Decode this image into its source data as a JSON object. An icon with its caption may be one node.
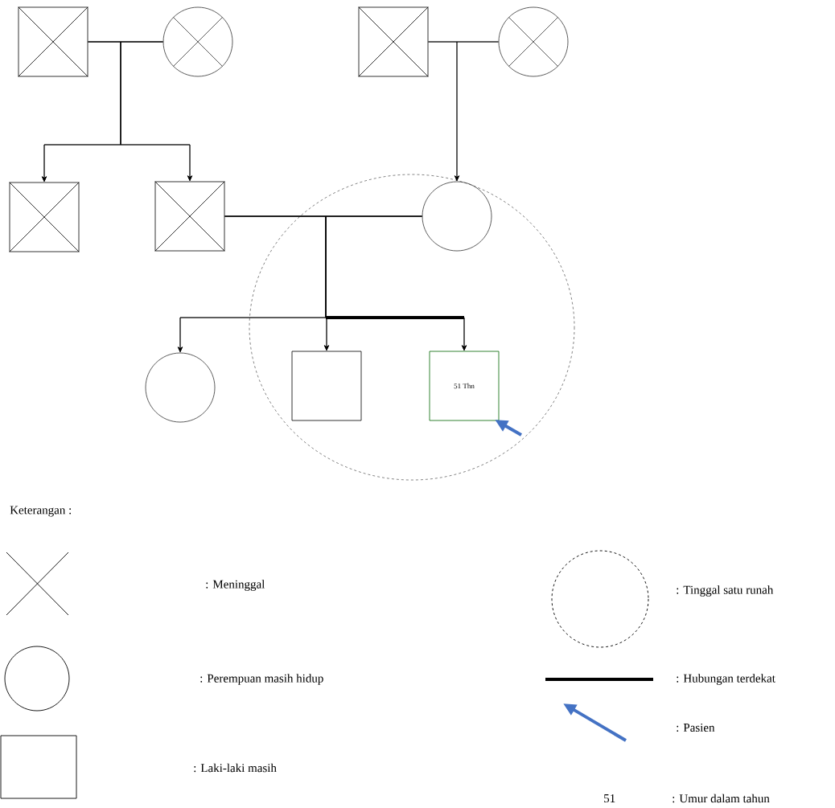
{
  "diagram": {
    "nodes": [
      {
        "text": [],
        "shape": "box"
      },
      {
        "text": [],
        "shape": "circle"
      },
      {
        "text": [],
        "shape": "box"
      },
      {
        "text": [],
        "shape": "circle"
      },
      {
        "text": [],
        "shape": "box"
      },
      {
        "text": [],
        "shape": "box"
      },
      {
        "text": [],
        "shape": "circle"
      },
      {
        "text": [],
        "shape": "circle"
      },
      {
        "text": [],
        "shape": "box"
      },
      {
        "text": [
          "51 Thn"
        ]
      }
    ],
    "edges": [
      {
        "from": 0,
        "to": 1,
        "arrow": "none"
      },
      {
        "from": 2,
        "to": 3,
        "arrow": "none"
      },
      {
        "from": 5,
        "to": 6,
        "arrow": "none"
      },
      {
        "from": 0,
        "to": 4,
        "arrow": "to"
      },
      {
        "from": 1,
        "to": 4,
        "arrow": "to"
      },
      {
        "from": 0,
        "to": 5,
        "arrow": "to"
      },
      {
        "from": 1,
        "to": 5,
        "arrow": "to"
      },
      {
        "from": 2,
        "to": 6,
        "arrow": "to"
      },
      {
        "from": 3,
        "to": 6,
        "arrow": "to"
      },
      {
        "from": 5,
        "to": 7,
        "arrow": "to"
      },
      {
        "from": 6,
        "to": 7,
        "arrow": "to"
      },
      {
        "from": 5,
        "to": 8,
        "arrow": "to"
      },
      {
        "from": 6,
        "to": 8,
        "arrow": "to"
      },
      {
        "from": 5,
        "to": 9,
        "arrow": "to"
      },
      {
        "from": 6,
        "to": 9,
        "arrow": "to"
      },
      {
        "from": null,
        "to": 9,
        "arrow": "to",
        "style": "thick",
        "color": "#4472c4"
      }
    ],
    "labels": [
      "Keterangan :",
      "51"
    ],
    "legend": [
      {
        "text": ": Meninggal"
      },
      {
        "text": ": Perempuan masih hidup"
      },
      {
        "text": ": Laki-laki masih"
      },
      {
        "text": ": Tinggal satu runah"
      },
      {
        "text": ": Hubungan terdekat"
      },
      {
        "text": ": Pasien"
      },
      {
        "text": ": Umur dalam tahun"
      }
    ]
  }
}
